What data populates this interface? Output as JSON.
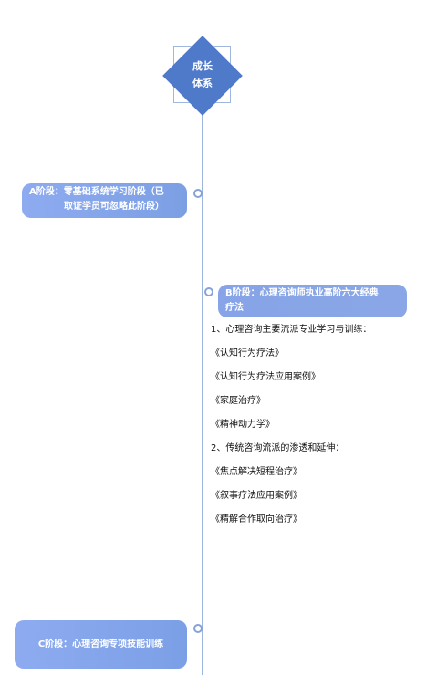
{
  "root": {
    "line1": "成长",
    "line2": "体系"
  },
  "stages": {
    "a": {
      "line1": "A阶段：零基础系统学习阶段（已",
      "line2": "取证学员可忽略此阶段）"
    },
    "b": {
      "line1": "B阶段：心理咨询师执业高阶六大经典",
      "line2": "疗法",
      "items": [
        "1、心理咨询主要流派专业学习与训练：",
        "《认知行为疗法》",
        "《认知行为疗法应用案例》",
        "《家庭治疗》",
        "《精神动力学》",
        "2、传统咨询流派的渗透和延伸：",
        "《焦点解决短程治疗》",
        "《叙事疗法应用案例》",
        "《精解合作取向治疗》"
      ]
    },
    "c": {
      "label": "C阶段：心理咨询专项技能训练"
    }
  },
  "colors": {
    "diamond": "#4f79c9",
    "pill": "#8aa6e6",
    "line": "#9db4dc"
  }
}
